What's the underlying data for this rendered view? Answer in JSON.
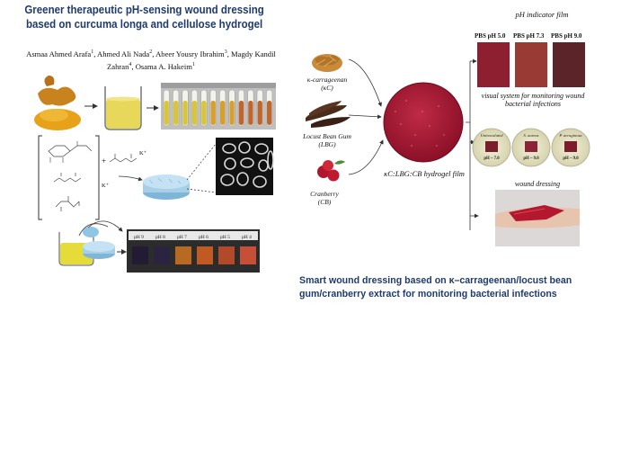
{
  "left_panel": {
    "title": "Greener therapeutic pH-sensing wound dressing based on curcuma longa and cellulose hydrogel",
    "authors": [
      {
        "name": "Asmaa Ahmed Arafa",
        "aff": "1"
      },
      {
        "name": "Ahmed Ali Nada",
        "aff": "2"
      },
      {
        "name": "Abeer Yousry Ibrahim",
        "aff": "3"
      },
      {
        "name": "Magdy Kandil Zahran",
        "aff": "4"
      },
      {
        "name": "Osama A. Hakeim",
        "aff": "1"
      }
    ],
    "ph_strip_labels": [
      "pH 9",
      "pH 8",
      "pH 7",
      "pH 6",
      "pH 5",
      "pH 4"
    ],
    "chemical_labels": [
      "K⁺",
      "K⁺"
    ],
    "colors": {
      "title": "#1f3b6e",
      "curcuma": "#e8a21a",
      "solution": "#e7d85a"
    }
  },
  "right_panel": {
    "ingredients": [
      {
        "label": "κ-carrageenan",
        "abbr": "(κC)",
        "icon": "carrageenan-flakes-icon"
      },
      {
        "label": "Locust Bean Gum (LBG)",
        "icon": "locust-bean-pods-icon"
      },
      {
        "label": "Cranberry",
        "abbr": "(CB)",
        "icon": "cranberry-icon"
      }
    ],
    "film_label": "κC:LBG:CB hydrogel film",
    "indicator_title": "pH indicator film",
    "indicator_samples": [
      {
        "label": "PBS pH 5.0",
        "color": "#8e1f30"
      },
      {
        "label": "PBS pH 7.3",
        "color": "#9a3a35"
      },
      {
        "label": "PBS pH 9.0",
        "color": "#5a2428"
      }
    ],
    "visual_system_title": "visual system for monitoring wound bacterial infections",
    "plates": [
      {
        "label": "Uninoculated",
        "ph": "pH ~ 7.0"
      },
      {
        "label": "S. aureus",
        "ph": "pH ~ 9.0"
      },
      {
        "label": "P. aeruginosa",
        "ph": "pH ~ 9.0"
      }
    ],
    "dressing_title": "wound dressing",
    "caption": "Smart wound dressing based on κ–carrageenan/locust bean gum/cranberry extract for monitoring bacterial infections"
  }
}
